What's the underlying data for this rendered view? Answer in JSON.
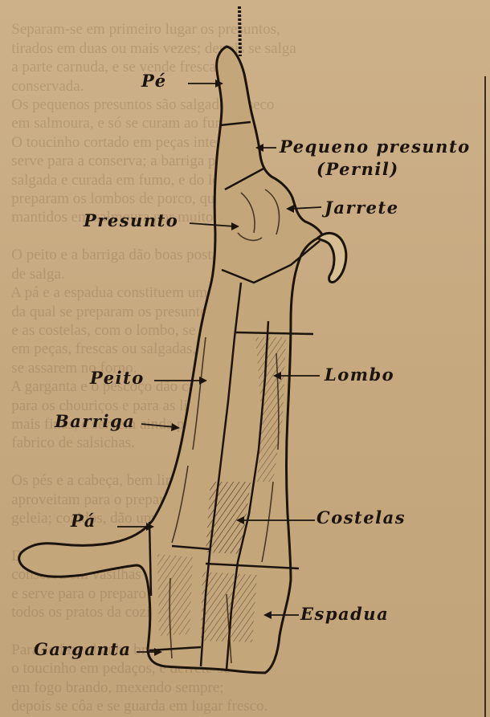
{
  "labels": {
    "pe": "Pé",
    "pequeno_presunto": "Pequeno presunto",
    "pernil": "(Pernil)",
    "jarrete": "Jarrete",
    "presunto": "Presunto",
    "peito": "Peito",
    "lombo": "Lombo",
    "barriga": "Barriga",
    "pa": "Pá",
    "costelas": "Costelas",
    "espadua": "Espadua",
    "garganta": "Garganta"
  },
  "background_text_lines": [
    "",
    "   Separam-se em primeiro lugar os presuntos,",
    "   tirados em duas ou mais vezes; depois se salga",
    "   a parte carnuda, e se vende fresca ou",
    "   conservada.",
    "   Os pequenos presuntos são salgados a seco",
    "   em salmoura, e só se curam ao fumeiro.",
    "   O toucinho cortado em peças inteiras",
    "   serve para a conserva; a barriga pode ser",
    "   salgada e curada em fumo, e do lombo se",
    "   preparam os lombos de porco, que são",
    "   mantidos em salmoura por muitos dias.",
    "",
    "   O peito e a barriga dão boas postas de carne",
    "   de salga.",
    "   A pá e a espadua constituem uma parte",
    "   da qual se preparam os presuntos de pá;",
    "   e as costelas, com o lombo, se vendem",
    "   em peças, frescas ou salgadas, para",
    "   se assarem no forno.",
    "   A garganta e o pescoço dão carne magra",
    "   para os chouriços e para as linguiças",
    "   mais finas, e servem ainda para o",
    "   fabrico de salsichas.",
    "",
    "   Os pés e a cabeça, bem limpos, se",
    "   aproveitam para o preparo de uma",
    "   geleia; cozidos, dão um bom prato.",
    "",
    "   Da gordura se faz a banha, que se",
    "   conserva em vasilhas bem fechadas,",
    "   e serve para o preparo de quase",
    "   todos os pratos da cozinha.",
    "",
    "   Para se fazer banha branca, corta-se",
    "   o toucinho em pedaços, e derrete-se",
    "   em fogo brando, mexendo sempre;",
    "   depois se côa e se guarda em lugar fresco."
  ],
  "colors": {
    "paper": "#c9ad84",
    "ink": "#1c140c",
    "bleed_text": "#5f4628"
  }
}
